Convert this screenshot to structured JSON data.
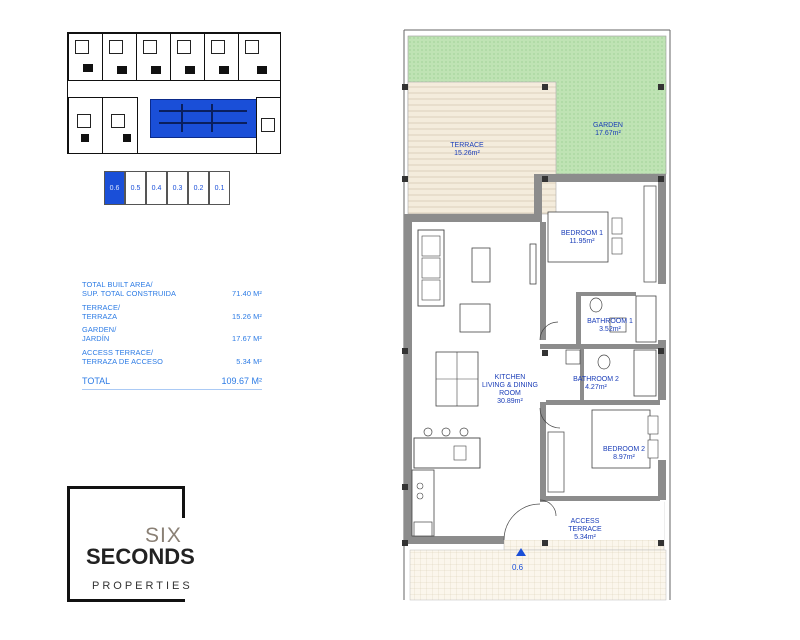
{
  "floor_selector": {
    "levels": [
      "0.6",
      "0.5",
      "0.4",
      "0.3",
      "0.2",
      "0.1"
    ],
    "selected": "0.6"
  },
  "areas": {
    "built": {
      "label1": "TOTAL BUILT AREA/",
      "label2": "SUP. TOTAL CONSTRUIDA",
      "value": "71.40 M²"
    },
    "terrace": {
      "label1": "TERRACE/",
      "label2": "TERRAZA",
      "value": "15.26 M²"
    },
    "garden": {
      "label1": "GARDEN/",
      "label2": "JARDÍN",
      "value": "17.67 M²"
    },
    "access": {
      "label1": "ACCESS TERRACE/",
      "label2": "TERRAZA DE ACCESO",
      "value": "5.34 M²"
    },
    "total": {
      "label": "TOTAL",
      "value": "109.67 M²"
    }
  },
  "logo": {
    "line1": "SIX",
    "line2": "SECONDS",
    "line3": "PROPERTIES"
  },
  "rooms": {
    "terrace": {
      "name": "TERRACE",
      "area": "15.26m²"
    },
    "garden": {
      "name": "GARDEN",
      "area": "17.67m²"
    },
    "bedroom1": {
      "name": "BEDROOM 1",
      "area": "11.95m²"
    },
    "bathroom1": {
      "name": "BATHROOM 1",
      "area": "3.52m²"
    },
    "bathroom2": {
      "name": "BATHROOM 2",
      "area": "4.27m²"
    },
    "kitchen": {
      "name": "KITCHEN\nLIVING & DINING\nROOM",
      "area": "30.89m²"
    },
    "bedroom2": {
      "name": "BEDROOM 2",
      "area": "8.97m²"
    },
    "access": {
      "name": "ACCESS\nTERRACE",
      "area": "5.34m²"
    }
  },
  "unit_code": "0.6",
  "colors": {
    "accent": "#1a4fd8",
    "text_blue": "#2c7be5",
    "garden": "#bfe3b4",
    "wall": "#8c8c8c"
  }
}
